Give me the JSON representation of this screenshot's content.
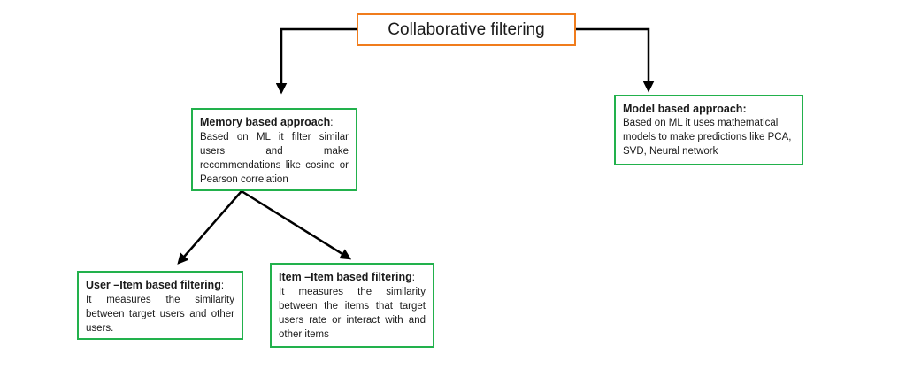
{
  "root": {
    "title": "Collaborative filtering"
  },
  "memory": {
    "title": "Memory based approach",
    "suffix": ":",
    "body": "Based on ML it  filter similar users and make recommendations like cosine or Pearson correlation"
  },
  "model": {
    "title": "Model based approach:",
    "body": "Based on ML it uses mathematical models to make predictions like PCA, SVD, Neural network"
  },
  "user_item": {
    "title": "User –Item based filtering",
    "suffix": ":",
    "body": "It measures the similarity between target users and other users."
  },
  "item_item": {
    "title": "Item –Item based filtering",
    "suffix": ":",
    "body": "It measures the similarity between the items that target users rate or interact with and other items"
  },
  "colors": {
    "root_border": "#f07c1c",
    "box_border": "#22b14c",
    "connector": "#000000"
  }
}
